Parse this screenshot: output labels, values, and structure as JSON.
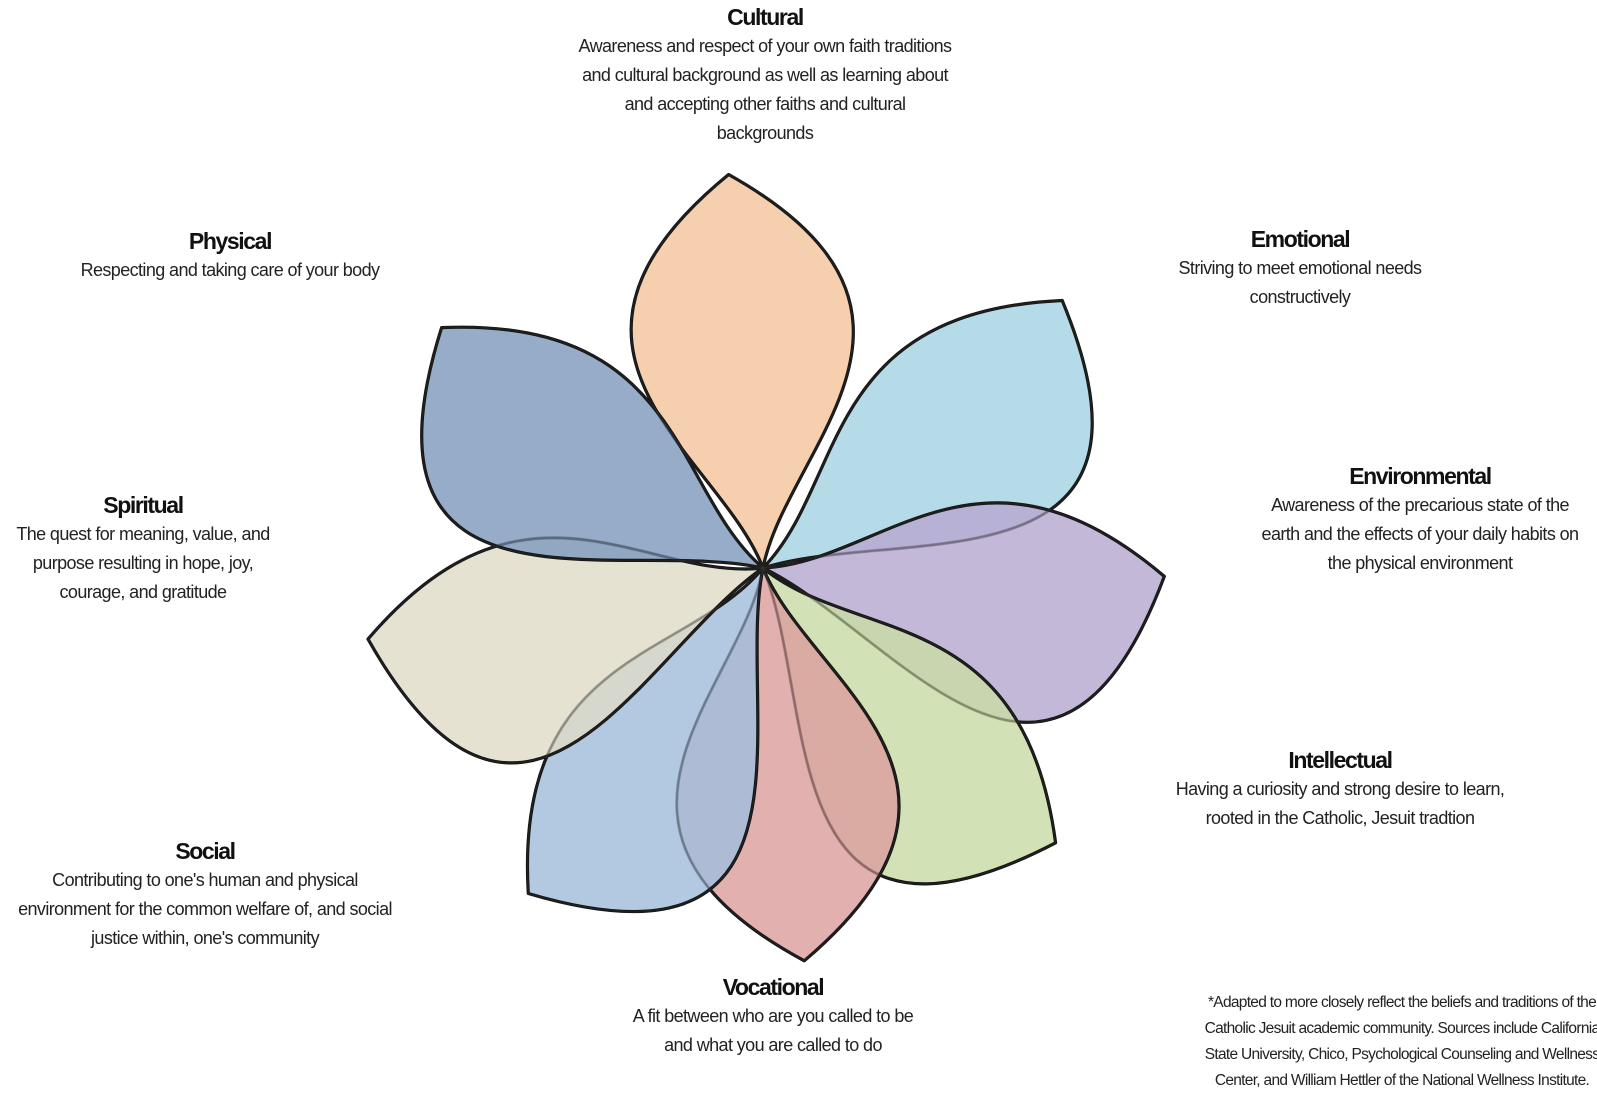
{
  "dimensions": [
    {
      "id": "cultural",
      "name": "Cultural",
      "description": "Awareness and respect of your own faith traditions and cultural background as well as learning about and accepting other faiths and cultural backgrounds",
      "color": "#f4c49e"
    },
    {
      "id": "emotional",
      "name": "Emotional",
      "description": "Striving to meet emotional needs constructively",
      "color": "#a5d3e3"
    },
    {
      "id": "environmental",
      "name": "Environmental",
      "description": "Awareness of the precarious state of the earth and the effects of your daily habits on the physical environment",
      "color": "#b7a8d1"
    },
    {
      "id": "intellectual",
      "name": "Intellectual",
      "description": "Having a curiosity and strong desire to learn, rooted in the Catholic, Jesuit tradtion",
      "color": "#c9dca6"
    },
    {
      "id": "vocational",
      "name": "Vocational",
      "description": "A fit between who are you called to be and what you are called to do",
      "color": "#dc9f9d"
    },
    {
      "id": "social",
      "name": "Social",
      "description": "Contributing to one's human and physical environment for the common welfare of, and social justice within, one's community",
      "color": "#a2bddc"
    },
    {
      "id": "spiritual",
      "name": "Spiritual",
      "description": "The quest for meaning, value, and purpose resulting in hope, joy, courage, and gratitude",
      "color": "#dfdcc8"
    },
    {
      "id": "physical",
      "name": "Physical",
      "description": "Respecting and taking care of your body",
      "color": "#7f9abd"
    }
  ],
  "footnote": "*Adapted to more closely reflect the beliefs and traditions of the Catholic Jesuit academic community. Sources include California State University, Chico, Psychological Counseling and Wellness Center, and William Hettler of the National Wellness Institute."
}
